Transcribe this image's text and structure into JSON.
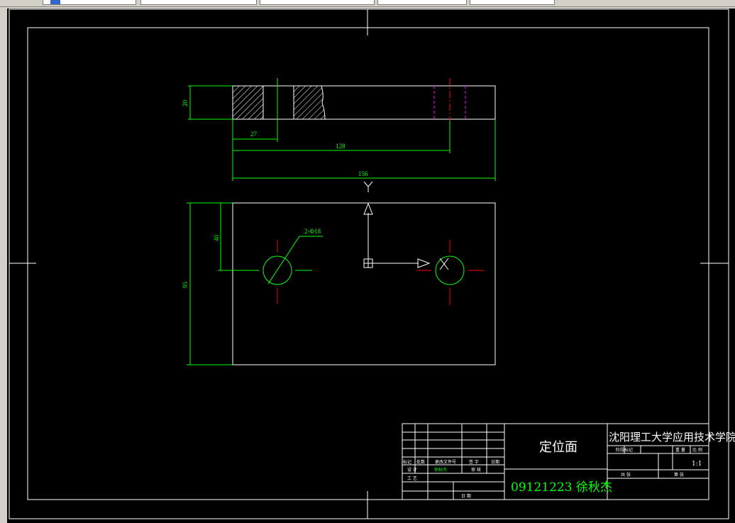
{
  "app": {
    "toolbar_fields": [
      "",
      "",
      "",
      "",
      ""
    ],
    "colors": {
      "background": "#000000",
      "outline": "#ffffff",
      "dimension": "#00ff00",
      "centerline": "#ff0000",
      "hidden": "#ff00ff",
      "text_green": "#00ff00"
    }
  },
  "dimensions": {
    "d20": "20",
    "d27": "27",
    "d128": "128",
    "d156": "156",
    "d40": "40",
    "d95": "95",
    "holes": "2-Φ18"
  },
  "view_labels": {
    "y_axis": "Y",
    "x_axis": "X"
  },
  "title_block": {
    "part_name": "定位面",
    "school": "沈阳理工大学应用技术学院",
    "drawing_no_student": "09121223 徐秋杰",
    "scale": "1:1",
    "small_labels": [
      "标记",
      "处数",
      "更改文件号",
      "签 字",
      "日期",
      "设 计",
      "徐秋杰",
      "审 核",
      "工 艺",
      "日 期",
      "阶段标记",
      "重 量",
      "比 例",
      "共 张",
      "第 张"
    ]
  }
}
